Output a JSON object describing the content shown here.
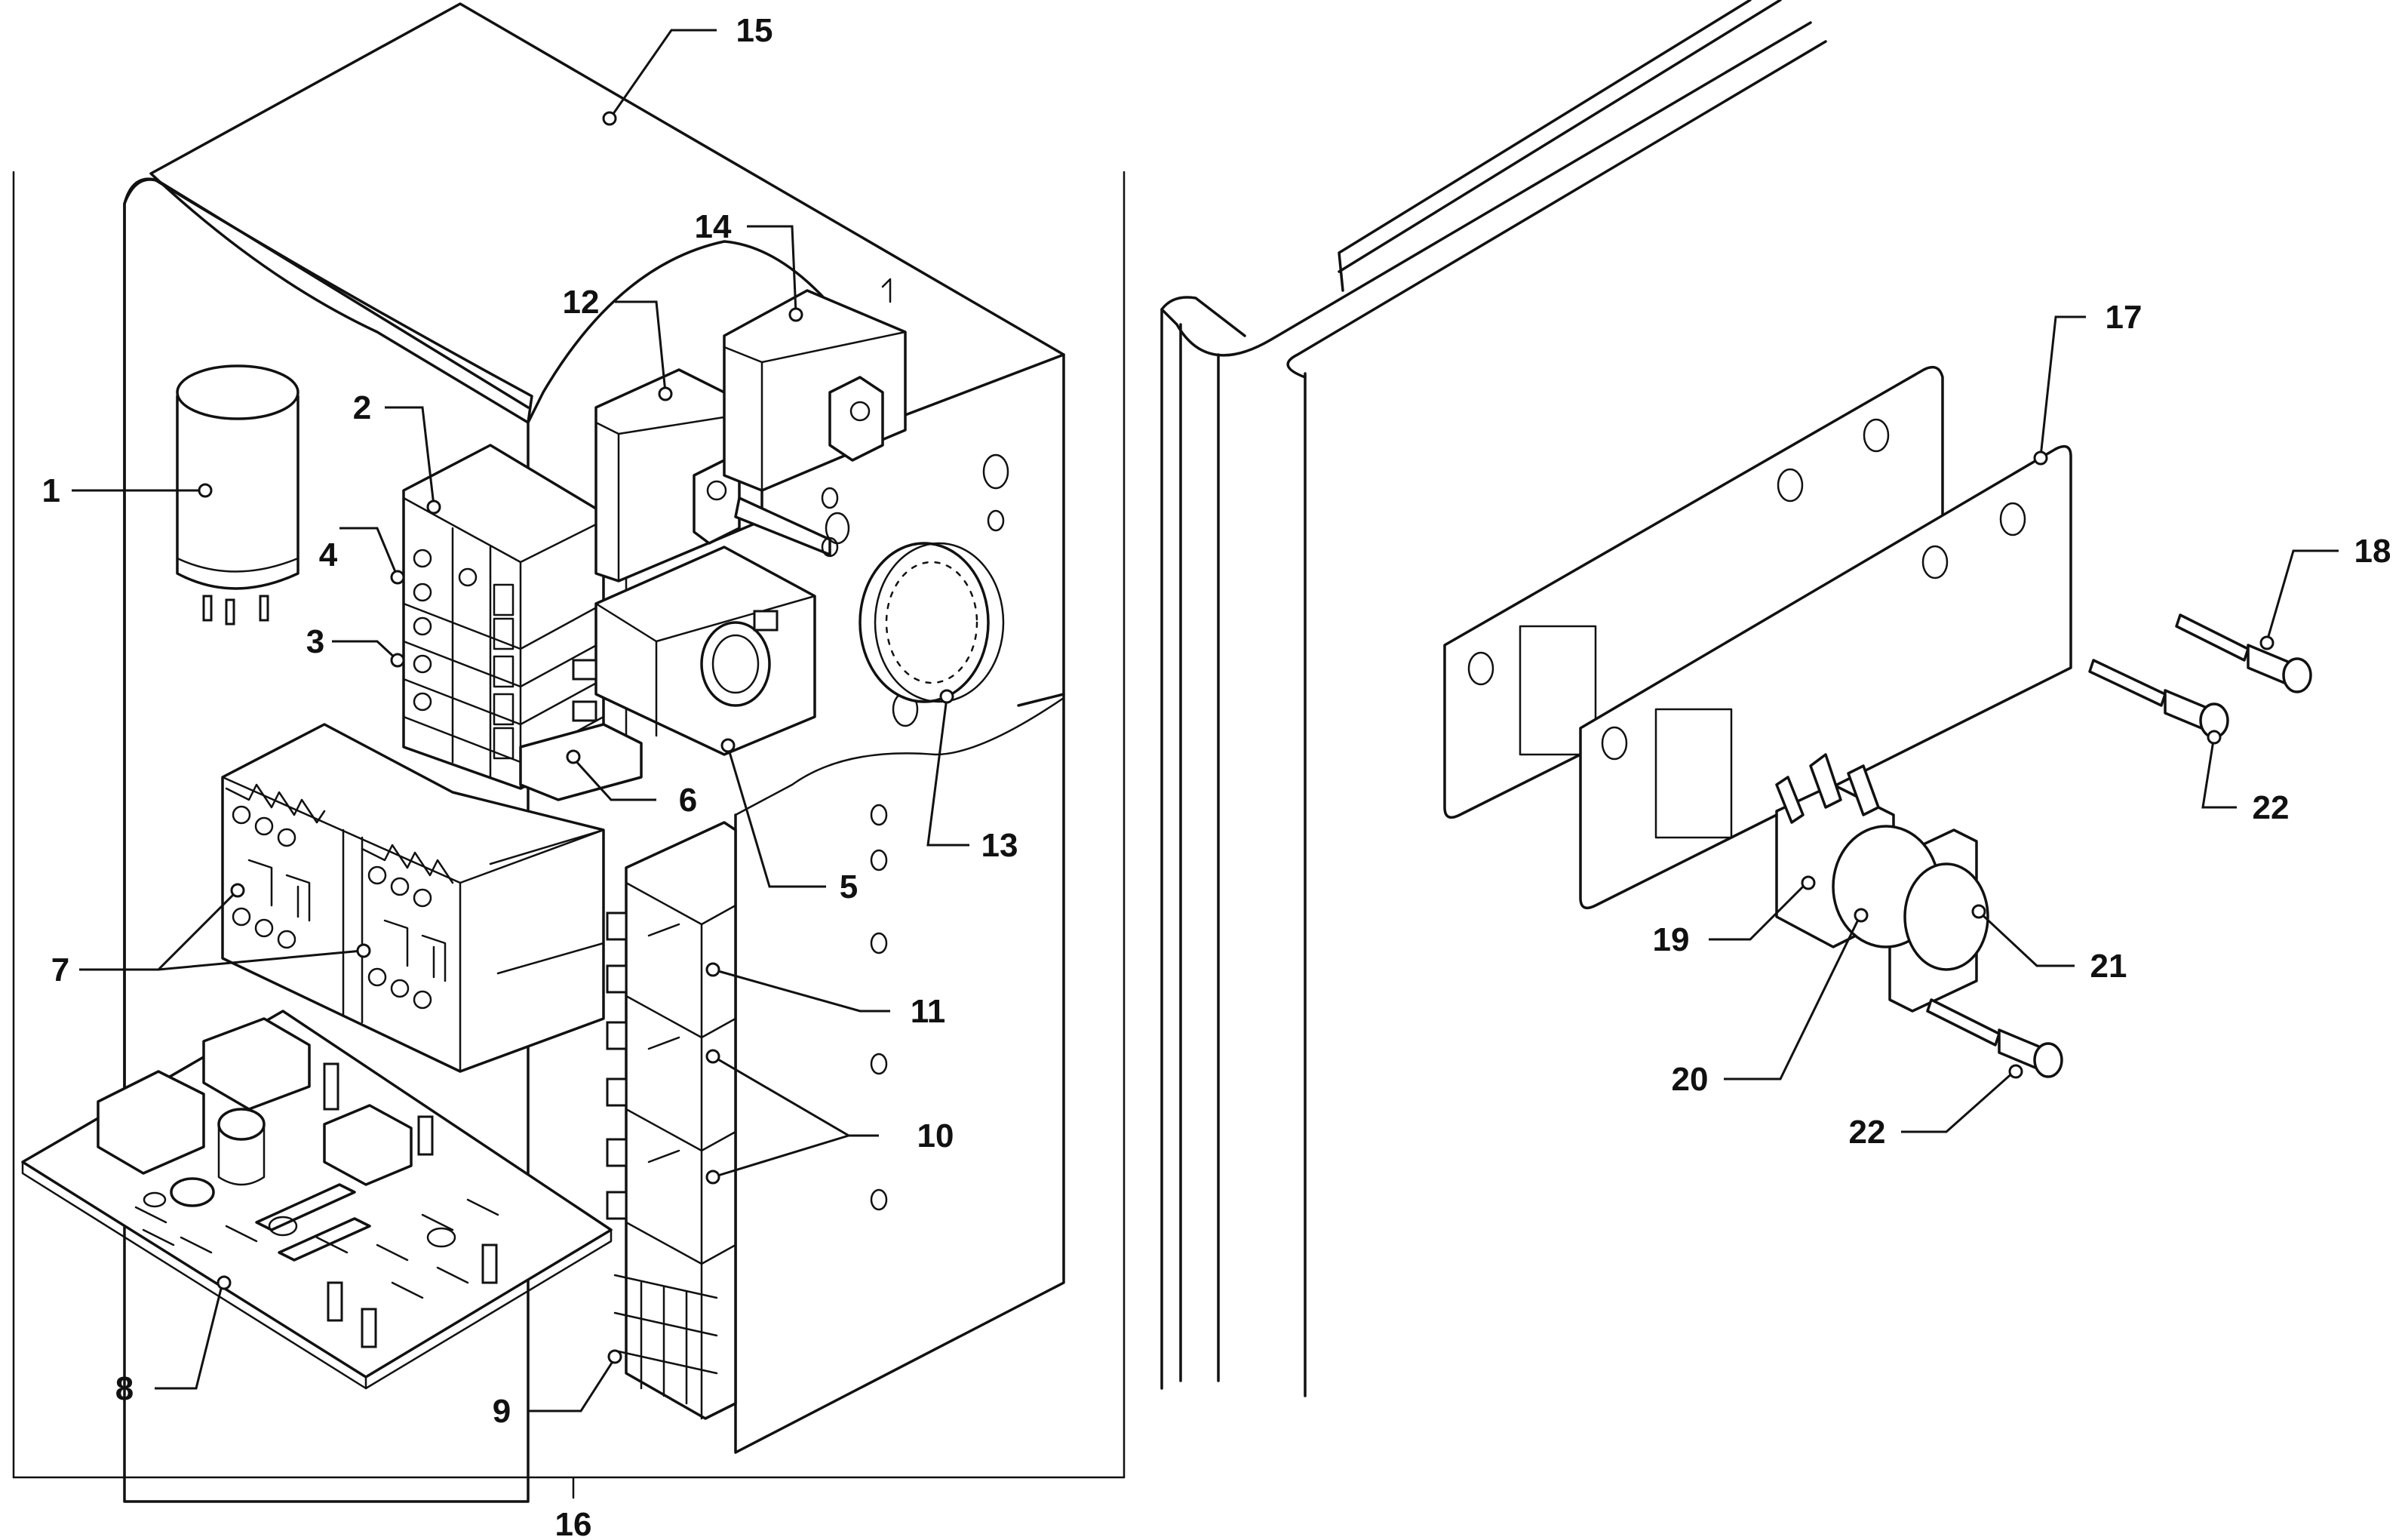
{
  "callouts": {
    "c1": "1",
    "c2": "2",
    "c3": "3",
    "c4": "4",
    "c5": "5",
    "c6": "6",
    "c7": "7",
    "c8": "8",
    "c9": "9",
    "c10": "10",
    "c11": "11",
    "c12": "12",
    "c13": "13",
    "c14": "14",
    "c15": "15",
    "c16": "16",
    "c17": "17",
    "c18": "18",
    "c19": "19",
    "c20": "20",
    "c21": "21",
    "c22a": "22",
    "c22b": "22"
  }
}
